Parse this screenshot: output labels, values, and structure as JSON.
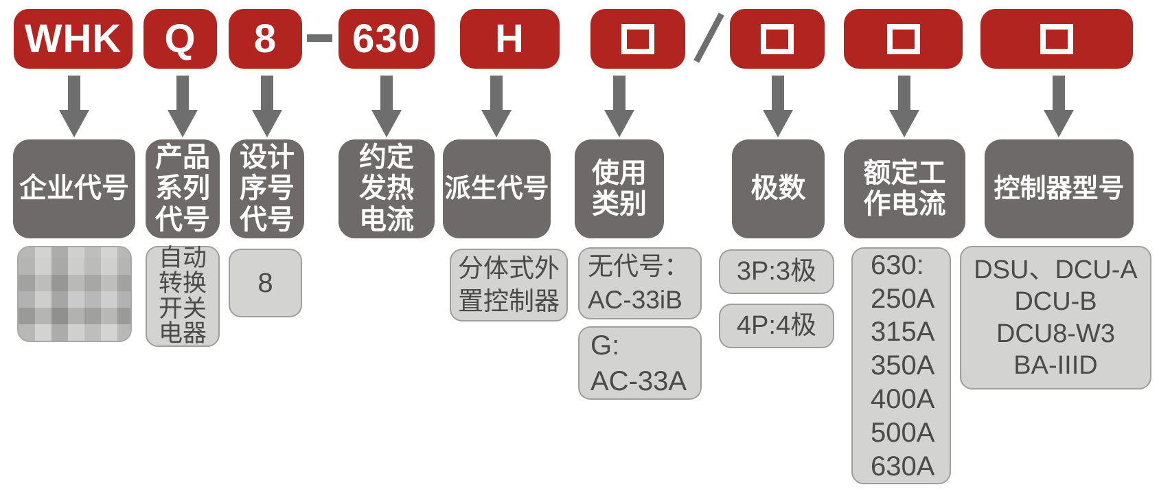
{
  "colors": {
    "red": "#b2241f",
    "dark_gray": "#6e6a69",
    "light_gray": "#d3d3d2",
    "light_border": "#9e9e9c",
    "arrow_gray": "#6e6e6e",
    "value_text": "#4a4a4a"
  },
  "top_row": {
    "boxes": [
      {
        "text": "WHK"
      },
      {
        "text": "Q"
      },
      {
        "text": "8"
      },
      {
        "text": "630"
      },
      {
        "text": "H"
      },
      {
        "placeholder": "□"
      },
      {
        "placeholder": "□"
      },
      {
        "placeholder": "□"
      },
      {
        "placeholder": "□"
      }
    ],
    "dash": "—",
    "slash": "/"
  },
  "fields": [
    {
      "label": "企业代号",
      "censored": true,
      "values": []
    },
    {
      "label": "产品\n系列\n代号",
      "values": [
        "自动\n转换\n开关\n电器"
      ]
    },
    {
      "label": "设计\n序号\n代号",
      "values": [
        "8"
      ]
    },
    {
      "label": "约定\n发热\n电流",
      "values": []
    },
    {
      "label": "派生代号",
      "values": [
        "分体式外\n置控制器"
      ]
    },
    {
      "label": "使用\n类别",
      "values": [
        "无代号：\nAC-33iB",
        "G:\nAC-33A"
      ]
    },
    {
      "label": "极数",
      "values": [
        "3P:3极",
        "4P:4极"
      ]
    },
    {
      "label": "额定工\n作电流",
      "values": [
        "630:\n250A\n315A\n350A\n400A\n500A\n630A"
      ]
    },
    {
      "label": "控制器型号",
      "values": [
        "DSU、DCU-A\nDCU-B\nDCU8-W3\nBA-IIID"
      ]
    }
  ]
}
